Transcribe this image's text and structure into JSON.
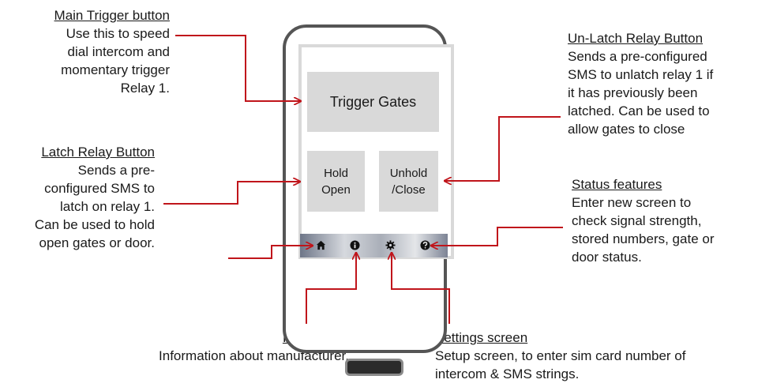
{
  "callouts": {
    "main_trigger": {
      "title": "Main Trigger button",
      "desc": "Use this to speed\ndial intercom and\nmomentary trigger\nRelay 1."
    },
    "latch": {
      "title": "Latch Relay Button",
      "desc": "Sends a pre-\nconfigured SMS to\nlatch on relay 1.\nCan be used to hold\nopen gates or door."
    },
    "unlatch": {
      "title": "Un-Latch Relay Button",
      "desc": "Sends a pre-configured\nSMS to unlatch relay 1 if\nit has previously been\nlatched. Can be used to\nallow gates to close"
    },
    "status": {
      "title": "Status features",
      "desc": "Enter new screen to\ncheck signal strength,\nstored numbers, gate or\ndoor status."
    },
    "info": {
      "title": "Info screen",
      "desc": "Information about manufacturer."
    },
    "settings": {
      "title": "Settings screen",
      "desc": "Setup screen, to enter sim card number of\nintercom & SMS strings."
    }
  },
  "phone": {
    "trigger_label": "Trigger Gates",
    "hold_label": "Hold\nOpen",
    "unhold_label": "Unhold\n/Close",
    "nav_icons": [
      "home-icon",
      "info-icon",
      "gear-icon",
      "help-icon"
    ]
  },
  "colors": {
    "arrow": "#c0151b",
    "button_fill": "#d9d9d9",
    "phone_border": "#555555"
  }
}
